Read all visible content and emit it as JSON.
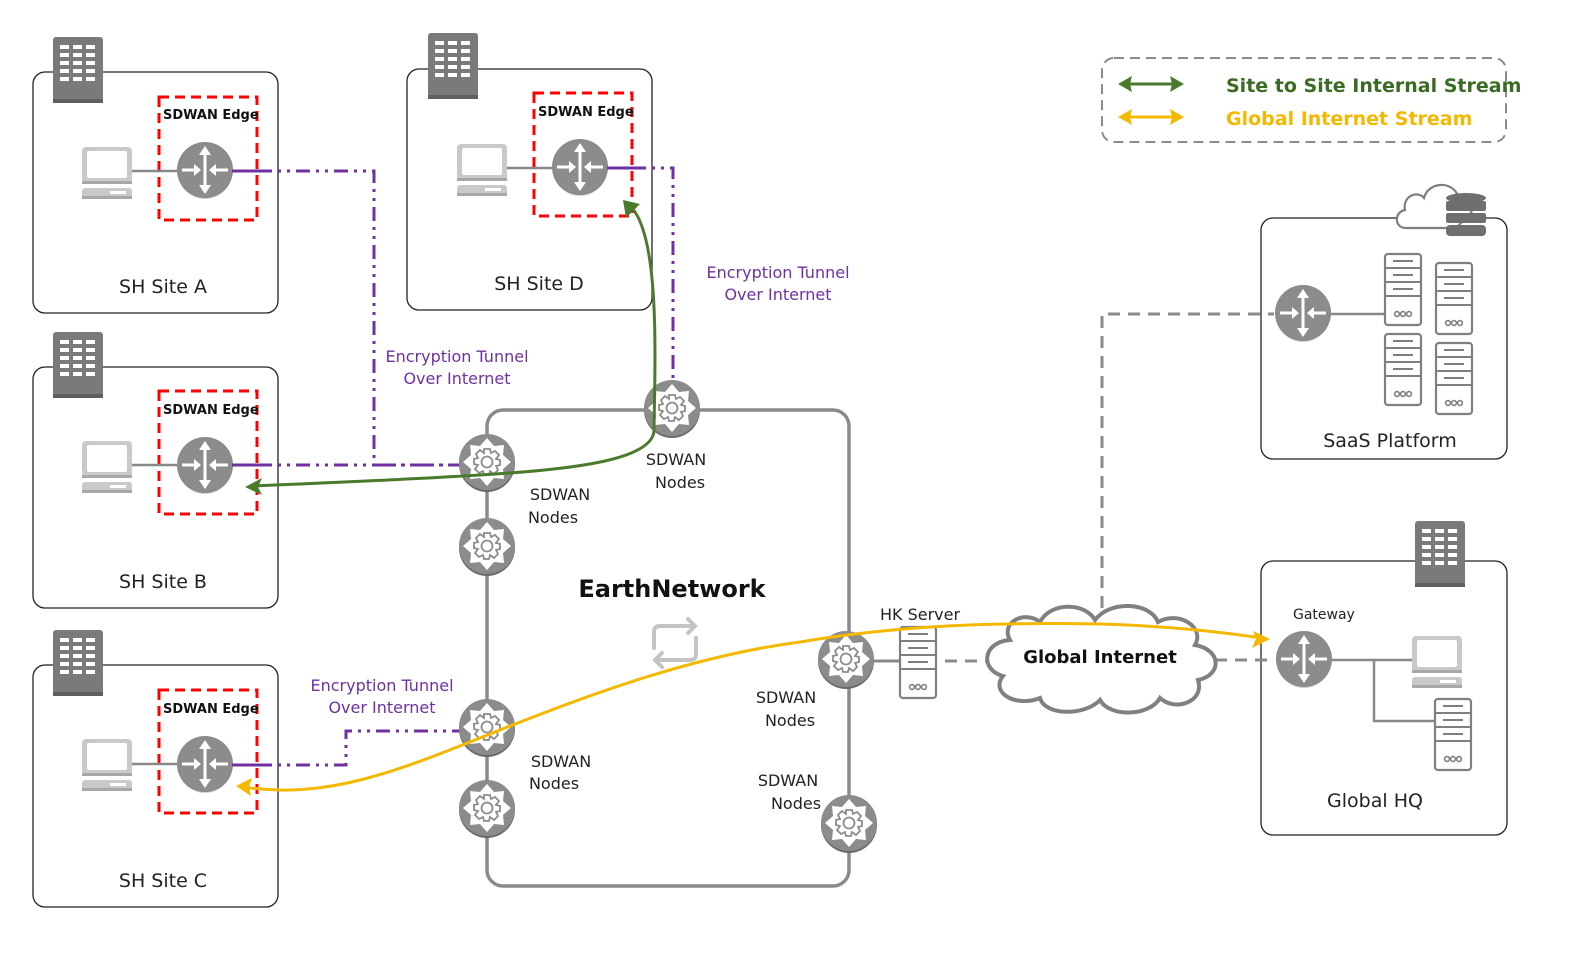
{
  "legend": {
    "items": [
      {
        "label": "Site to Site Internal Stream",
        "color": "#4a7a2c"
      },
      {
        "label": "Global Internet Stream",
        "color": "#f5b800"
      }
    ]
  },
  "sites": {
    "a": {
      "name": "SH Site A",
      "edge_label": "SDWAN Edge"
    },
    "b": {
      "name": "SH Site B",
      "edge_label": "SDWAN Edge"
    },
    "c": {
      "name": "SH Site C",
      "edge_label": "SDWAN Edge"
    },
    "d": {
      "name": "SH Site D",
      "edge_label": "SDWAN Edge"
    }
  },
  "tunnels": {
    "ab": {
      "line1": "Encryption Tunnel",
      "line2": "Over Internet"
    },
    "d": {
      "line1": "Encryption Tunnel",
      "line2": "Over Internet"
    },
    "c": {
      "line1": "Encryption Tunnel",
      "line2": "Over Internet"
    }
  },
  "core": {
    "title": "EarthNetwork",
    "node_label_line1": "SDWAN",
    "node_label_line2": "Nodes"
  },
  "hk_server": {
    "label": "HK Server"
  },
  "internet": {
    "label": "Global Internet"
  },
  "saas": {
    "name": "SaaS Platform"
  },
  "hq": {
    "name": "Global HQ",
    "gateway_label": "Gateway"
  },
  "colors": {
    "tunnel": "#7030a0",
    "edge_box": "#ff0000",
    "internal_stream": "#4a7a2c",
    "internet_stream": "#f5b800",
    "device_gray": "#8a8a8a"
  }
}
